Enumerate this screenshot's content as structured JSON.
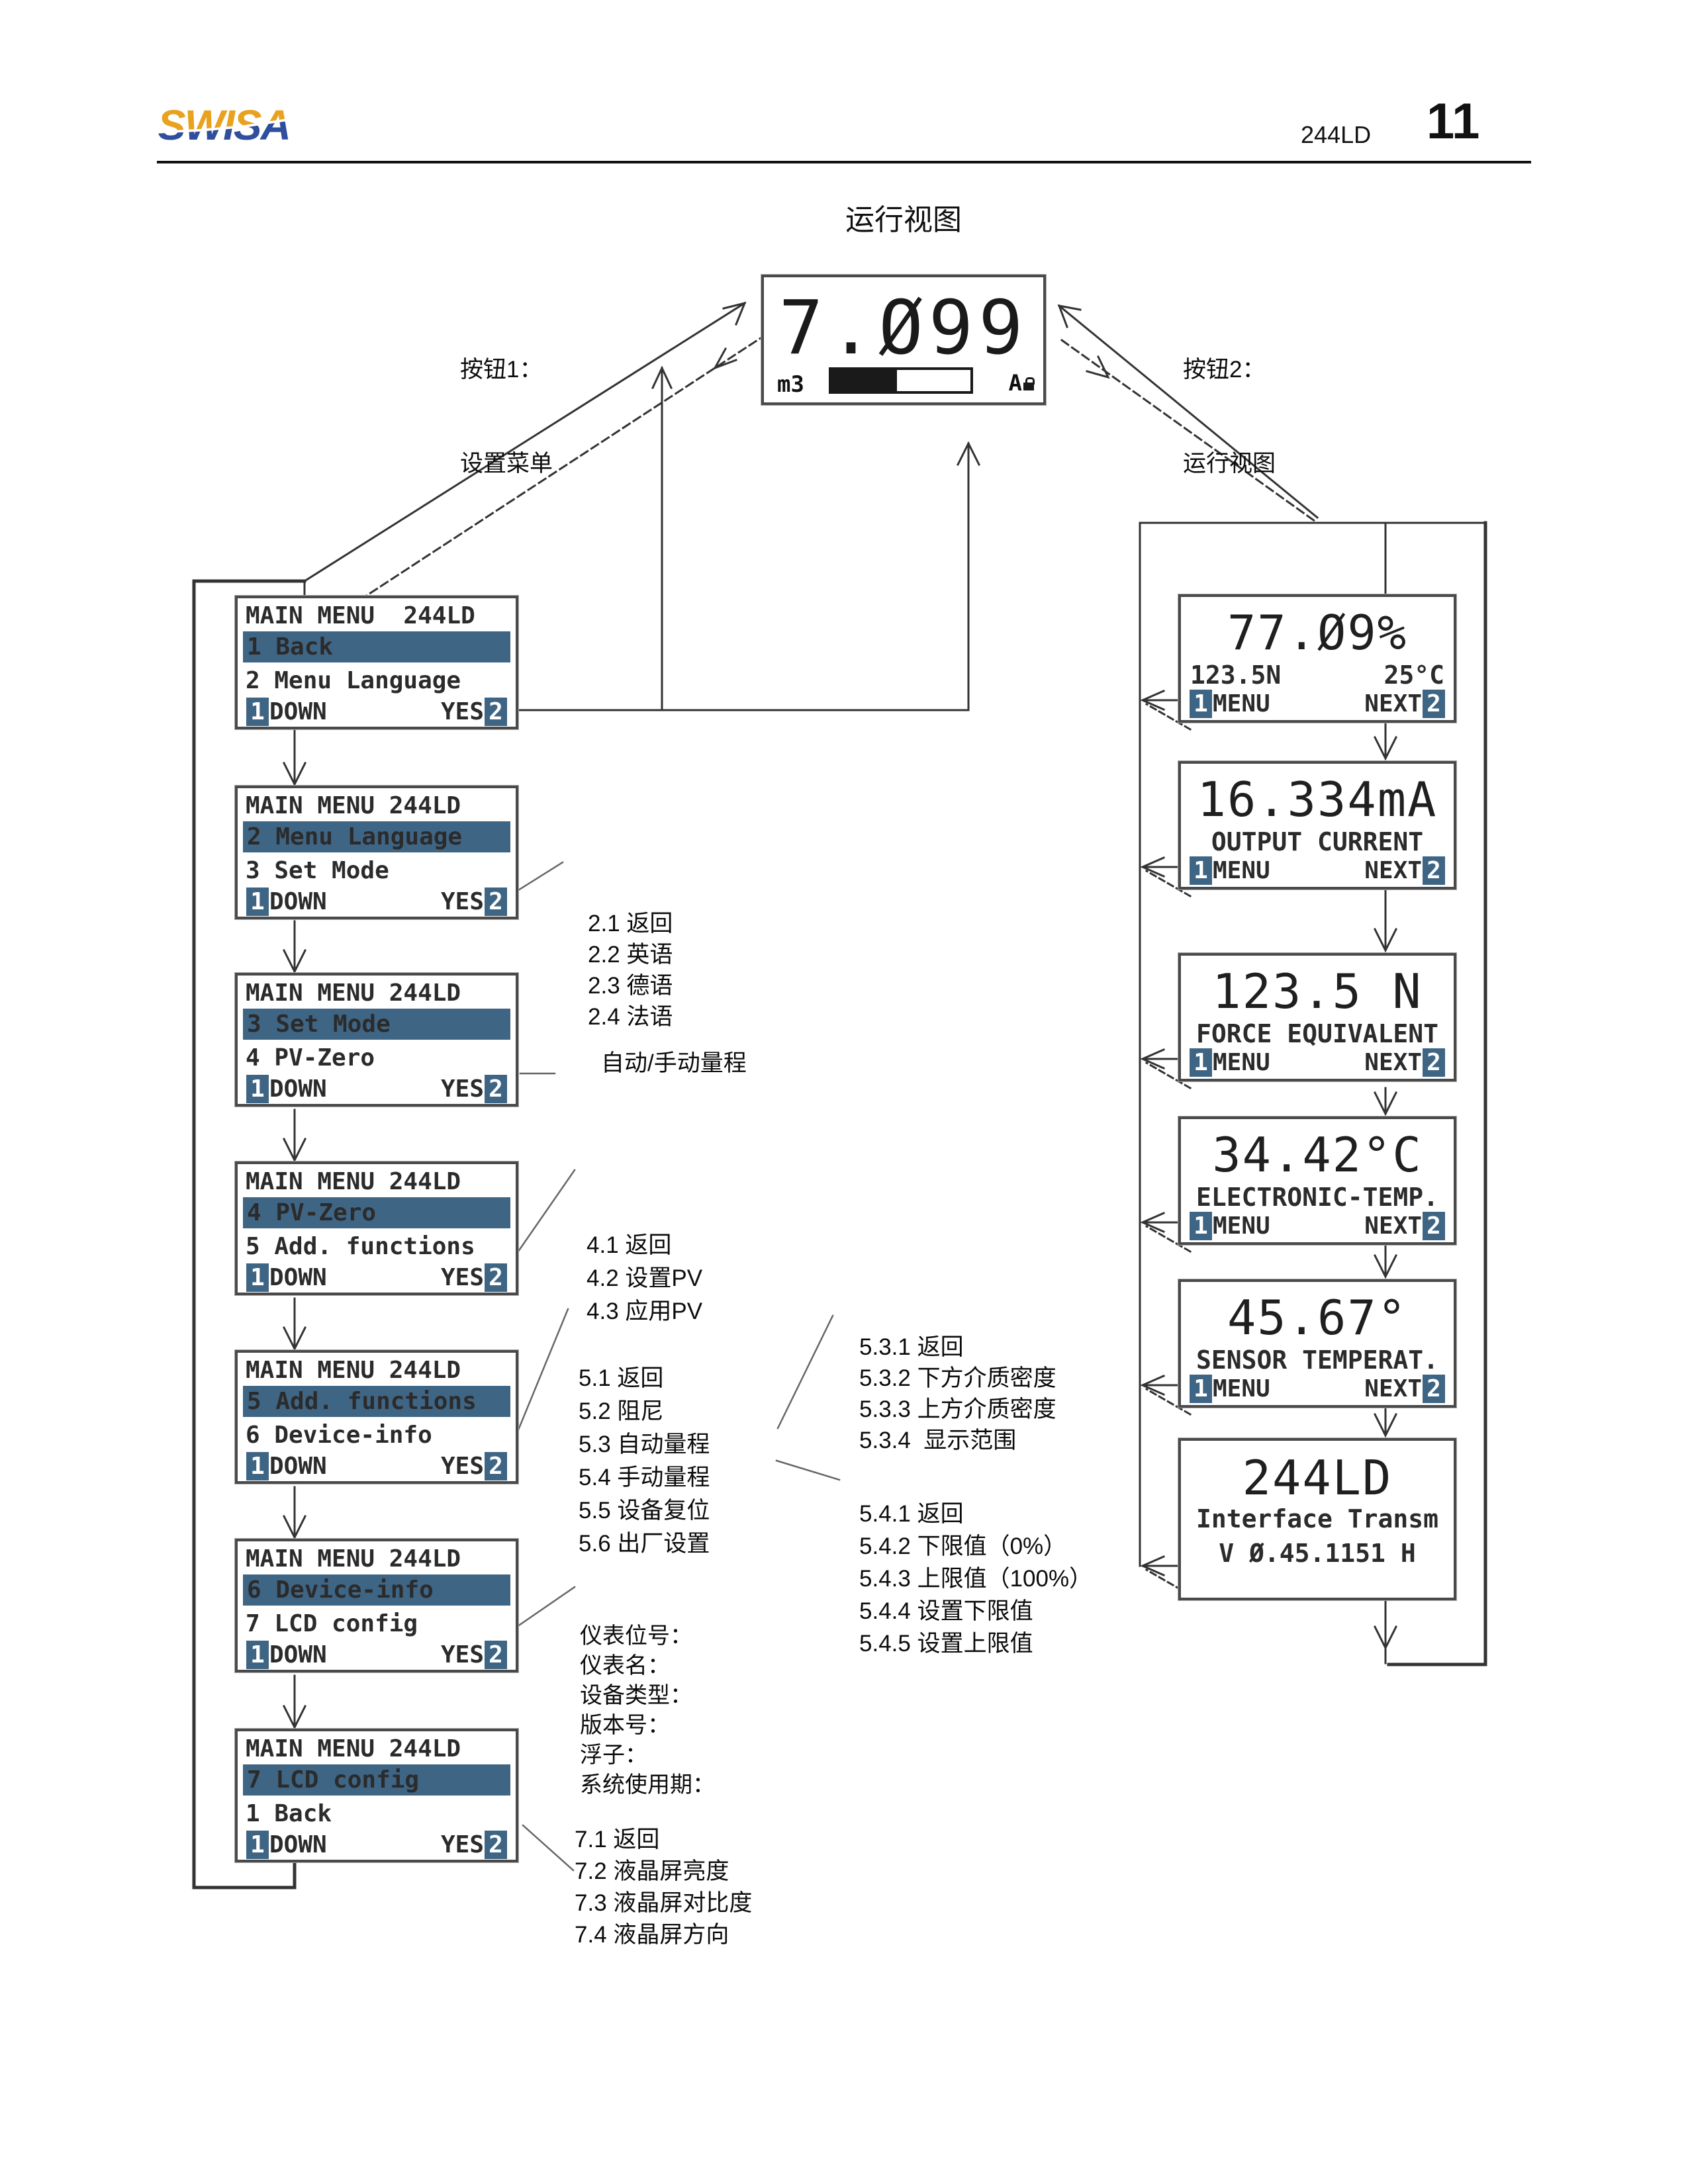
{
  "header": {
    "logo": "SWISA",
    "model": "244LD",
    "page": "11"
  },
  "page_title": "运行视图",
  "colors": {
    "accent": "#3f6585",
    "logo_orange": "#E8A21F",
    "logo_blue": "#2F4F9E"
  },
  "button_notes": {
    "btn1_line1": "按钮1：",
    "btn1_line2": "设置菜单",
    "btn2_line1": "按钮2：",
    "btn2_line2": "运行视图"
  },
  "main_display": {
    "value": "7.Ø99",
    "unit": "m3",
    "status": "A",
    "bar_percent": 47
  },
  "menu_footer": {
    "one": "1",
    "down": "DOWN",
    "yes": "YES",
    "two": "2"
  },
  "run_footer": {
    "one": "1",
    "menu": "MENU",
    "next": "NEXT",
    "two": "2"
  },
  "menu_screens": [
    {
      "title": "MAIN MENU  244LD",
      "highlight": "1 Back",
      "next": "2 Menu Language"
    },
    {
      "title": "MAIN MENU 244LD",
      "highlight": "2 Menu Language",
      "next": "3 Set Mode"
    },
    {
      "title": "MAIN MENU 244LD",
      "highlight": "3 Set Mode",
      "next": "4 PV-Zero"
    },
    {
      "title": "MAIN MENU 244LD",
      "highlight": "4 PV-Zero",
      "next": "5 Add. functions"
    },
    {
      "title": "MAIN MENU 244LD",
      "highlight": "5 Add. functions",
      "next": "6 Device-info"
    },
    {
      "title": "MAIN MENU 244LD",
      "highlight": "6 Device-info",
      "next": "7 LCD config"
    },
    {
      "title": "MAIN MENU 244LD",
      "highlight": "7 LCD config",
      "next": "1 Back"
    }
  ],
  "run_screens": [
    {
      "big": "77.Ø9%",
      "sub_left": "123.5N",
      "sub_right": "25°C"
    },
    {
      "big": "16.334mA",
      "sub": "OUTPUT CURRENT"
    },
    {
      "big": "123.5 N",
      "sub": "FORCE EQUIVALENT"
    },
    {
      "big": "34.42°C",
      "sub": "ELECTRONIC-TEMP."
    },
    {
      "big": "45.67°",
      "sub": "SENSOR TEMPERAT."
    },
    {
      "big": "244LD",
      "sub": "Interface Transm",
      "sub2": "V Ø.45.1151 H"
    }
  ],
  "annotations": {
    "menu2": [
      "2.1 返回",
      "2.2 英语",
      "2.3 德语",
      "2.4 法语"
    ],
    "set_mode": "自动/手动量程",
    "menu4": [
      "4.1 返回",
      "4.2 设置PV",
      "4.3 应用PV"
    ],
    "menu5": [
      "5.1 返回",
      "5.2 阻尼",
      "5.3 自动量程",
      "5.4 手动量程",
      "5.5 设备复位",
      "5.6 出厂设置"
    ],
    "menu53": [
      "5.3.1 返回",
      "5.3.2 下方介质密度",
      "5.3.3 上方介质密度",
      "5.3.4  显示范围"
    ],
    "menu54": [
      "5.4.1 返回",
      "5.4.2 下限值（0%）",
      "5.4.3 上限值（100%）",
      "5.4.4 设置下限值",
      "5.4.5 设置上限值"
    ],
    "device_info": [
      "仪表位号：",
      "仪表名：",
      "设备类型：",
      "版本号：",
      "浮子：",
      "系统使用期："
    ],
    "menu7": [
      "7.1 返回",
      "7.2 液晶屏亮度",
      "7.3 液晶屏对比度",
      "7.4 液晶屏方向"
    ]
  }
}
